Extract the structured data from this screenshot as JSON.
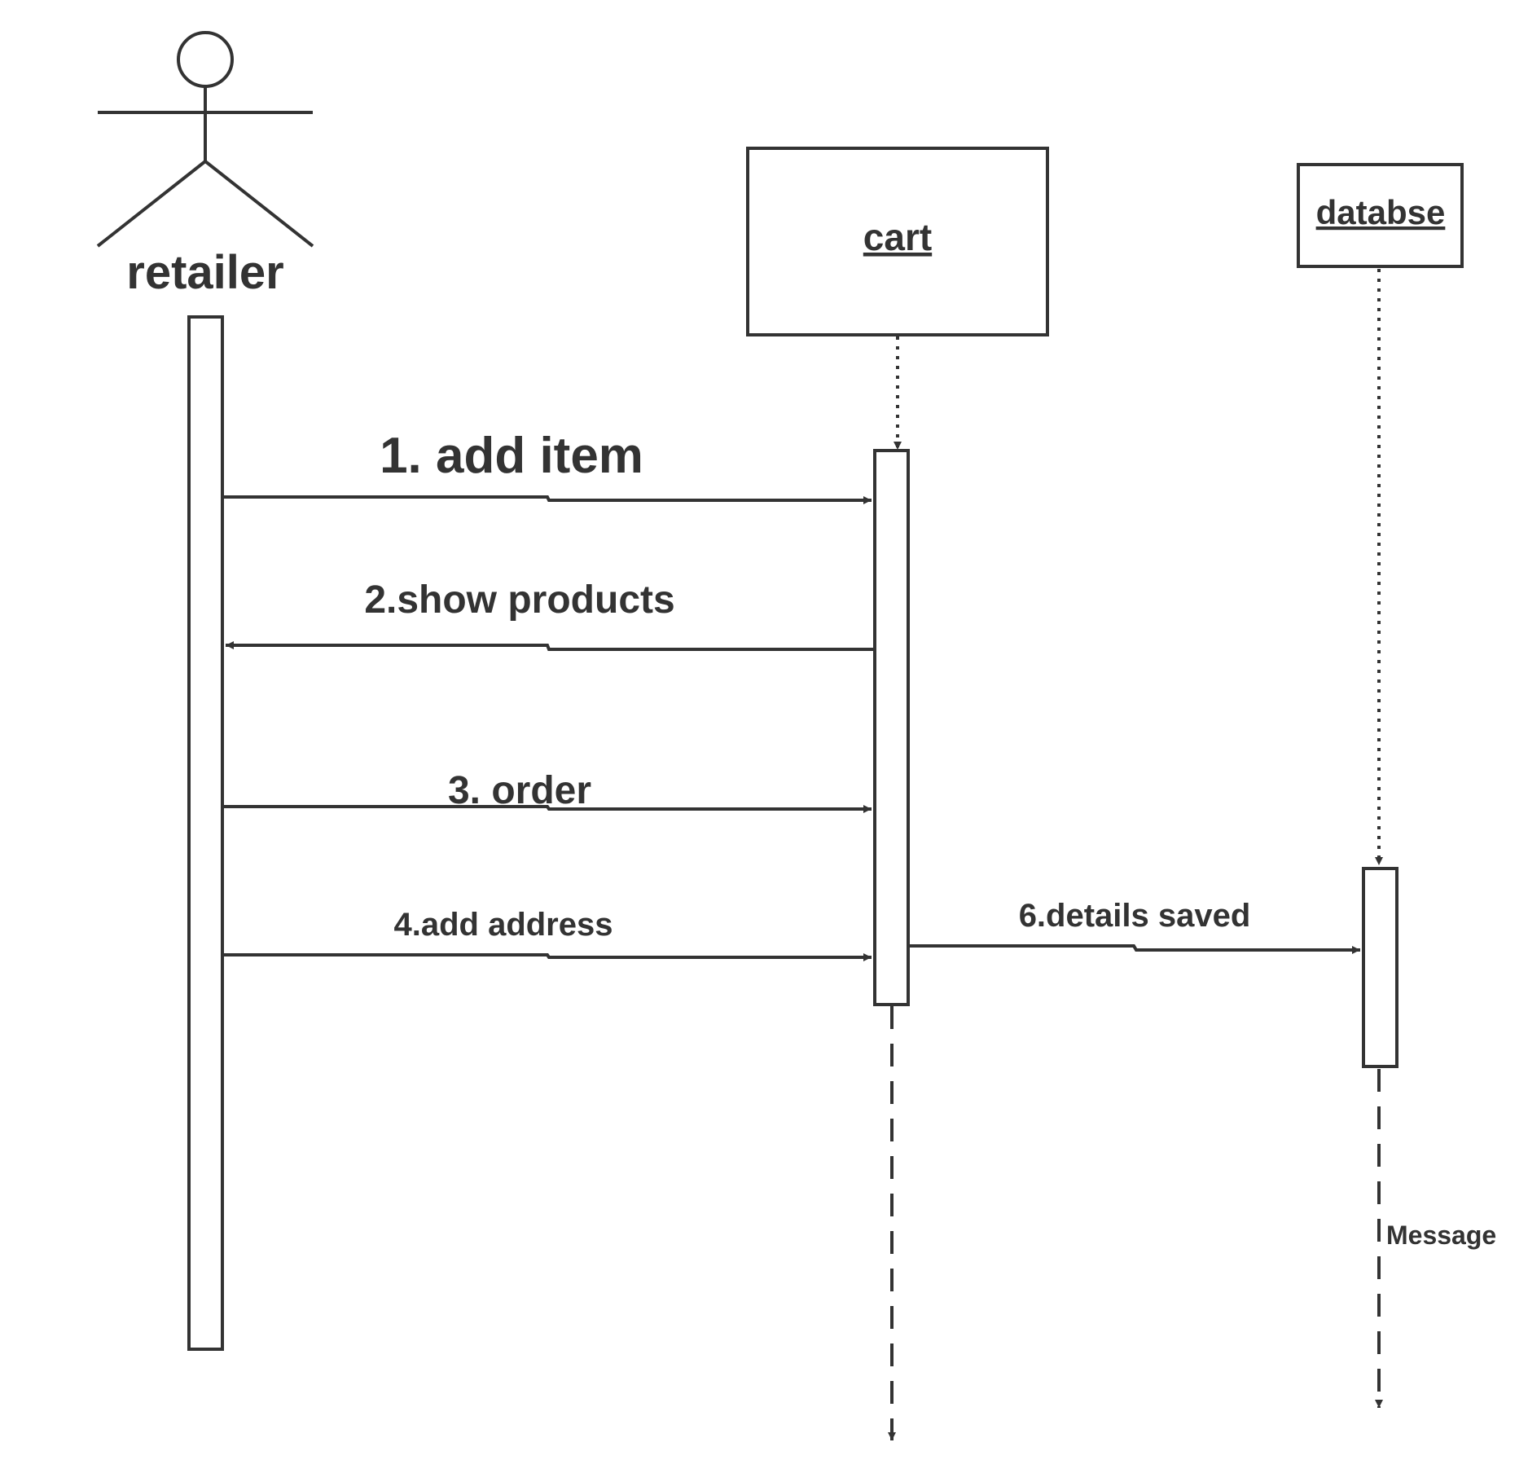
{
  "diagram": {
    "participants": {
      "retailer": {
        "label": "retailer",
        "kind": "actor"
      },
      "cart": {
        "label": "cart",
        "kind": "object"
      },
      "database": {
        "label": "databse",
        "kind": "object"
      }
    },
    "messages": [
      {
        "label": "1. add item",
        "from": "retailer",
        "to": "cart"
      },
      {
        "label": "2.show products",
        "from": "cart",
        "to": "retailer"
      },
      {
        "label": "3. order",
        "from": "retailer",
        "to": "cart"
      },
      {
        "label": "4.add address",
        "from": "retailer",
        "to": "cart"
      },
      {
        "label": "6.details saved",
        "from": "cart",
        "to": "database"
      }
    ],
    "lifeline_note": {
      "label": "Message"
    }
  },
  "colors": {
    "stroke": "#333333",
    "background": "#ffffff"
  }
}
